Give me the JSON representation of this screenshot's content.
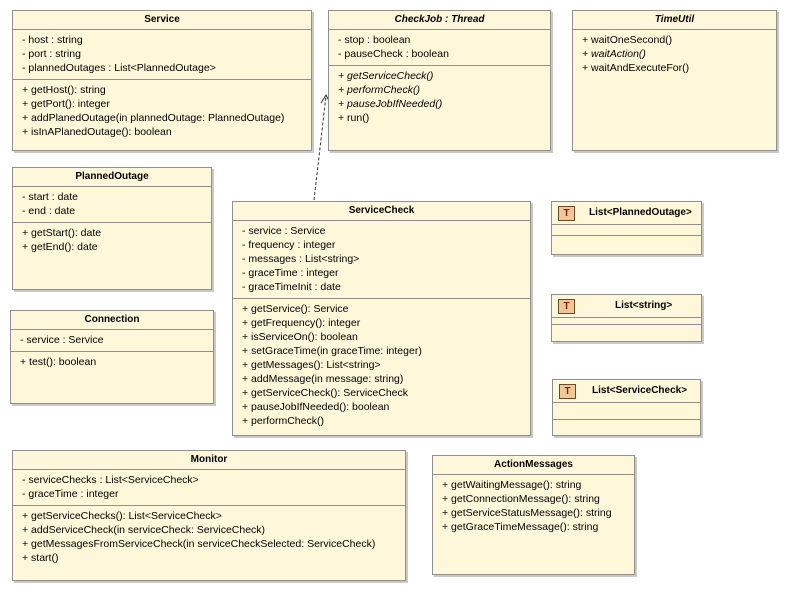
{
  "classes": {
    "service": {
      "title": "Service",
      "attributes": [
        "- host : string",
        "- port : string",
        "- plannedOutages : List<PlannedOutage>"
      ],
      "methods": [
        "+ getHost(): string",
        "+ getPort(): integer",
        "+ addPlanedOutage(in plannedOutage: PlannedOutage)",
        "+ isInAPlanedOutage(): boolean"
      ]
    },
    "checkjob": {
      "title": "CheckJob : Thread",
      "attributes": [
        "- stop : boolean",
        "- pauseCheck : boolean"
      ],
      "methods": [
        "+ getServiceCheck()",
        "+ performCheck()",
        "+ pauseJobIfNeeded()",
        "+ run()"
      ]
    },
    "timeutil": {
      "title": "TimeUtil",
      "methods": [
        "+ waitOneSecond()",
        "+ waitAction()",
        "+ waitAndExecuteFor()"
      ]
    },
    "plannedoutage": {
      "title": "PlannedOutage",
      "attributes": [
        "- start : date",
        "- end : date"
      ],
      "methods": [
        "+ getStart(): date",
        "+ getEnd(): date"
      ]
    },
    "servicecheck": {
      "title": "ServiceCheck",
      "attributes": [
        "- service : Service",
        "- frequency : integer",
        "- messages : List<string>",
        "- graceTime : integer",
        "- graceTimeInit : date"
      ],
      "methods": [
        "+ getService(): Service",
        "+ getFrequency(): integer",
        "+ isServiceOn(): boolean",
        "+ setGraceTime(in graceTime: integer)",
        "+ getMessages(): List<string>",
        "+ addMessage(in message: string)",
        "+ getServiceCheck(): ServiceCheck",
        "+ pauseJobIfNeeded(): boolean",
        "+ performCheck()"
      ]
    },
    "connection": {
      "title": "Connection",
      "attributes": [
        "- service : Service"
      ],
      "methods": [
        "+ test(): boolean"
      ]
    },
    "monitor": {
      "title": "Monitor",
      "attributes": [
        "- serviceChecks : List<ServiceCheck>",
        "- graceTime : integer"
      ],
      "methods": [
        "+ getServiceChecks(): List<ServiceCheck>",
        "+ addServiceCheck(in serviceCheck: ServiceCheck)",
        "+ getMessagesFromServiceCheck(in serviceCheckSelected: ServiceCheck)",
        "+ start()"
      ]
    },
    "actionmessages": {
      "title": "ActionMessages",
      "methods": [
        "+ getWaitingMessage(): string",
        "+ getConnectionMessage(): string",
        "+ getServiceStatusMessage(): string",
        "+ getGraceTimeMessage(): string"
      ]
    }
  },
  "templates": {
    "badge": "T",
    "list_planned_outage": "List<PlannedOutage>",
    "list_string": "List<string>",
    "list_service_check": "List<ServiceCheck>"
  },
  "colors": {
    "class_fill": "#fff7d9",
    "border": "#8f8f8f",
    "badge_fill": "#f0c898",
    "badge_text": "#8a1d12"
  }
}
